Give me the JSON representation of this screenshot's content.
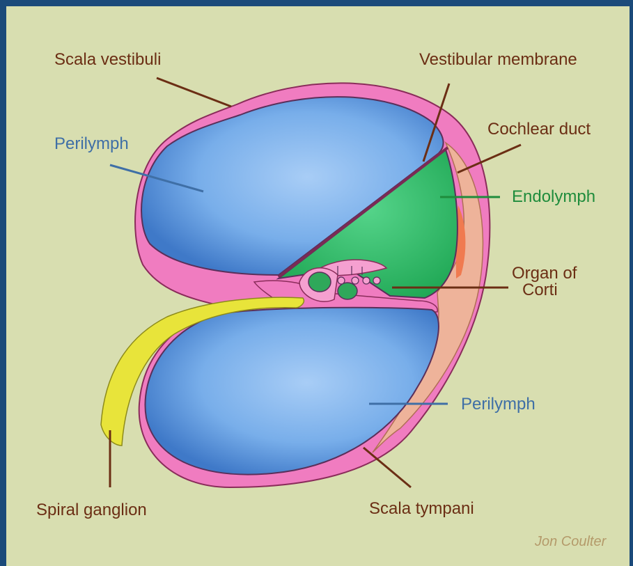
{
  "labels": {
    "scala_vestibuli": "Scala vestibuli",
    "vestibular_membrane": "Vestibular membrane",
    "perilymph_upper": "Perilymph",
    "cochlear_duct": "Cochlear duct",
    "endolymph": "Endolymph",
    "organ_of_corti_line1": "Organ of",
    "organ_of_corti_line2": "Corti",
    "perilymph_lower": "Perilymph",
    "spiral_ganglion": "Spiral ganglion",
    "scala_tympani": "Scala tympani"
  },
  "credit": "Jon Coulter",
  "colors": {
    "frame": "#1b4a7a",
    "background": "#d8deb0",
    "fluid_blue": "#6aa2e6",
    "duct_green": "#38c06a",
    "membrane_pink": "#f07cc0",
    "ligament_peach": "#eeb39a",
    "stria_orange": "#f07a50",
    "ganglion_yellow": "#e8e43a",
    "label_brown": "#6b2e14",
    "label_blue": "#3f6fa6",
    "label_green": "#1f8c3c"
  }
}
